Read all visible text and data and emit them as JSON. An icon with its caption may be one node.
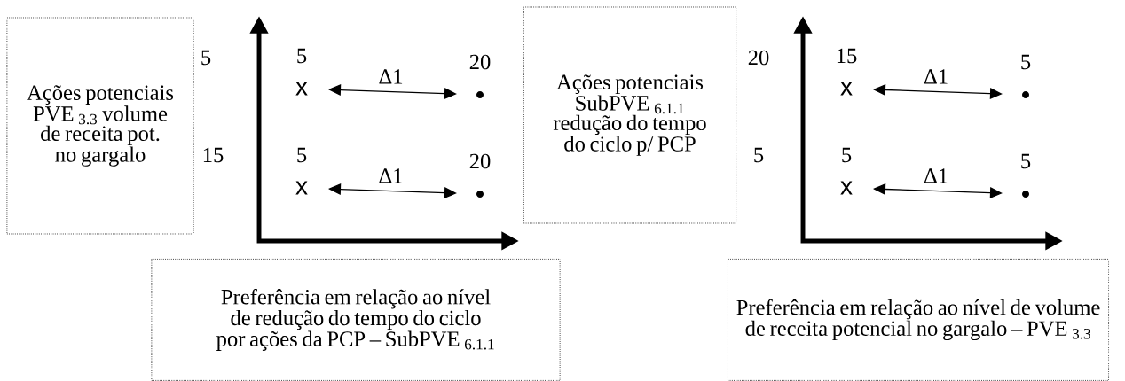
{
  "diagram": {
    "nodes": [
      {
        "text": [
          "Ações potenciais PVE $_{3.3}$ volume de receita pot. no gargalo"
        ]
      },
      {
        "text": [
          "Preferência em relação ao nível de redução do tempo do ciclo por ações da PCP – SubPVE $_{6.1.1}$"
        ]
      },
      {
        "text": [
          "Ações potenciais SubPVE $_{6.1.1}$ redução do tempo do ciclo p/ PCP"
        ]
      },
      {
        "text": [
          "Preferência em relação ao nível de volume de receita potencial no gargalo – PVE $_{3.3}$"
        ]
      },
      {
        "text": [
          "x"
        ],
        "beside": [
          "5"
        ]
      },
      {
        "text": [],
        "shape": "circle",
        "beside": [
          "20"
        ]
      },
      {
        "text": [
          "x"
        ],
        "beside": [
          "5"
        ]
      },
      {
        "text": [],
        "shape": "circle",
        "beside": [
          "20"
        ]
      },
      {
        "text": [
          "x"
        ],
        "beside": [
          "15"
        ]
      },
      {
        "text": [],
        "shape": "circle",
        "beside": [
          "5"
        ]
      },
      {
        "text": [
          "x"
        ],
        "beside": [
          "5"
        ]
      },
      {
        "text": [],
        "shape": "circle",
        "beside": [
          "5"
        ]
      }
    ],
    "edges": [
      {
        "from": 4,
        "to": 5,
        "arrow": "both",
        "label": "Δ1"
      },
      {
        "from": 6,
        "to": 7,
        "arrow": "both",
        "label": "Δ1"
      },
      {
        "from": 8,
        "to": 9,
        "arrow": "both",
        "label": "Δ1"
      },
      {
        "from": 10,
        "to": 11,
        "arrow": "both",
        "label": "Δ1"
      }
    ],
    "labels": [
      "5",
      "15",
      "20",
      "5"
    ]
  }
}
